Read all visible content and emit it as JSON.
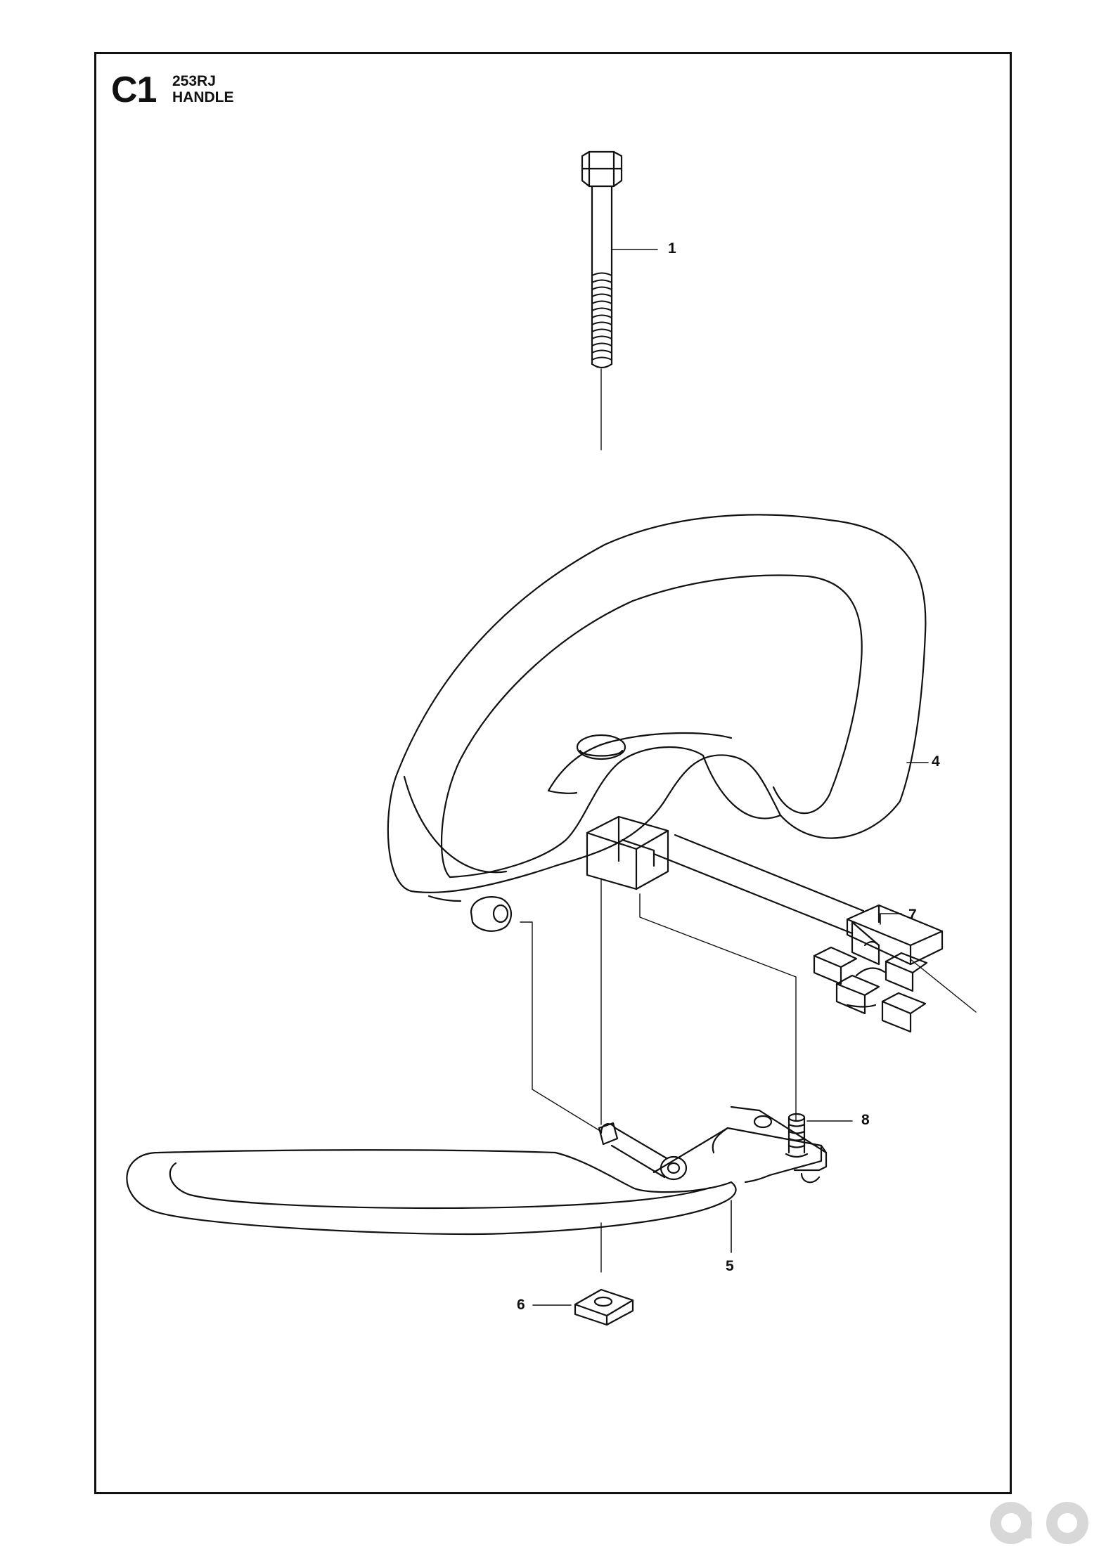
{
  "header": {
    "section_code": "C1",
    "model": "253RJ",
    "title": "HANDLE"
  },
  "callouts": [
    {
      "id": "c1",
      "label": "1"
    },
    {
      "id": "c4",
      "label": "4"
    },
    {
      "id": "c5",
      "label": "5"
    },
    {
      "id": "c6",
      "label": "6"
    },
    {
      "id": "c7",
      "label": "7"
    },
    {
      "id": "c8",
      "label": "8"
    }
  ],
  "colors": {
    "line": "#111111",
    "background": "#ffffff",
    "watermark": "#d8d8d8"
  },
  "watermark_icon": "brand-logo-icon"
}
